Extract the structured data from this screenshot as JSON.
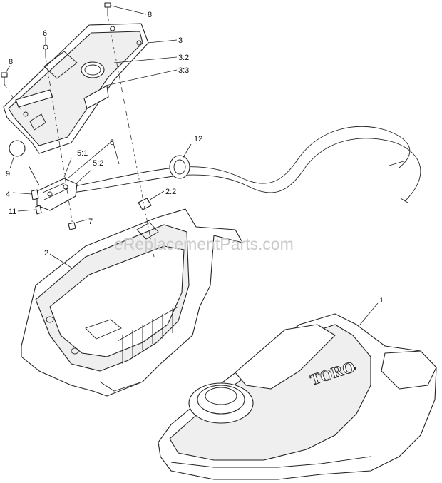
{
  "callouts": {
    "c1": "1",
    "c2": "2",
    "c2_2": "2:2",
    "c3": "3",
    "c3_2": "3:2",
    "c3_3": "3:3",
    "c4": "4",
    "c5": "5",
    "c5_1": "5:1",
    "c5_2": "5:2",
    "c6": "6",
    "c7": "7",
    "c8_top": "8",
    "c8_left": "8",
    "c9": "9",
    "c11": "11",
    "c12": "12"
  },
  "watermark": "eReplacementParts.com",
  "brand_logo": "TORO"
}
